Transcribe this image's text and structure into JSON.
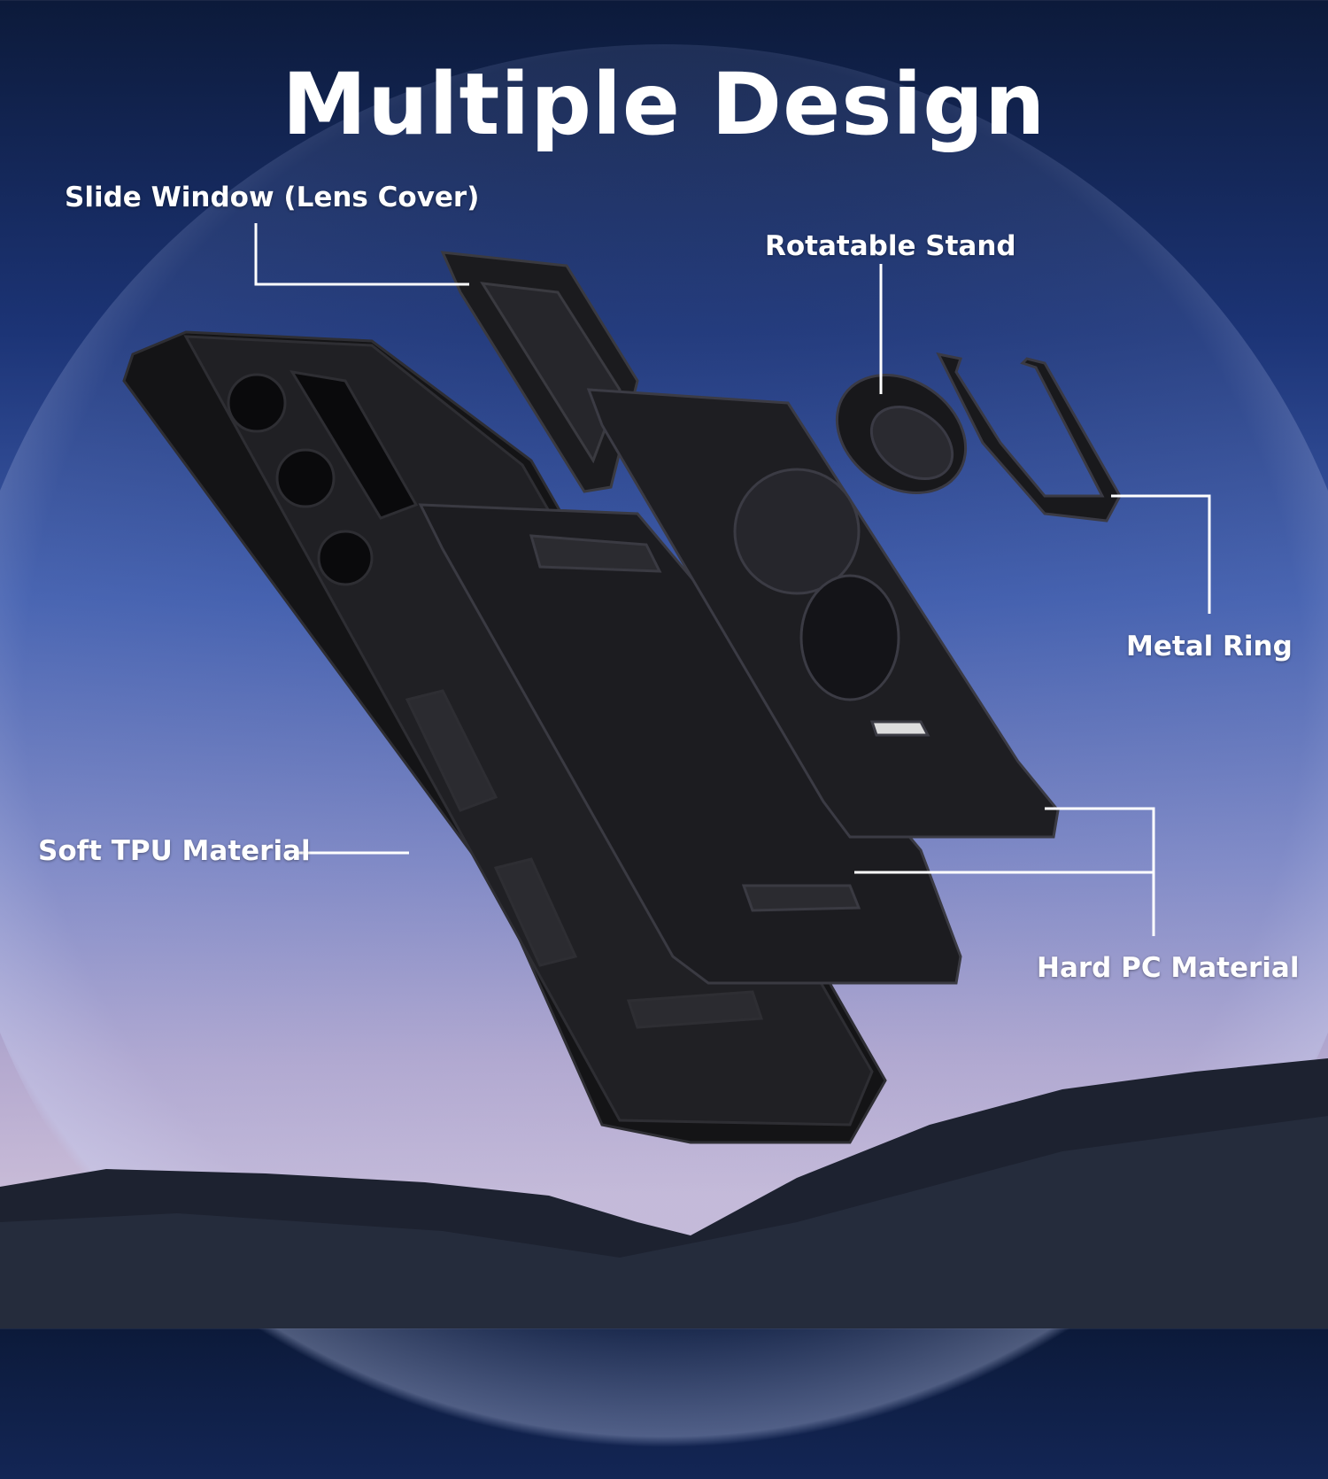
{
  "title": "Multiple Design",
  "labels": {
    "slide_window": "Slide Window (Lens Cover)",
    "rotatable_stand": "Rotatable Stand",
    "metal_ring": "Metal Ring",
    "soft_tpu": "Soft TPU Material",
    "hard_pc": "Hard PC Material"
  },
  "colors": {
    "case": "#1a1a1c",
    "line": "#ffffff"
  }
}
